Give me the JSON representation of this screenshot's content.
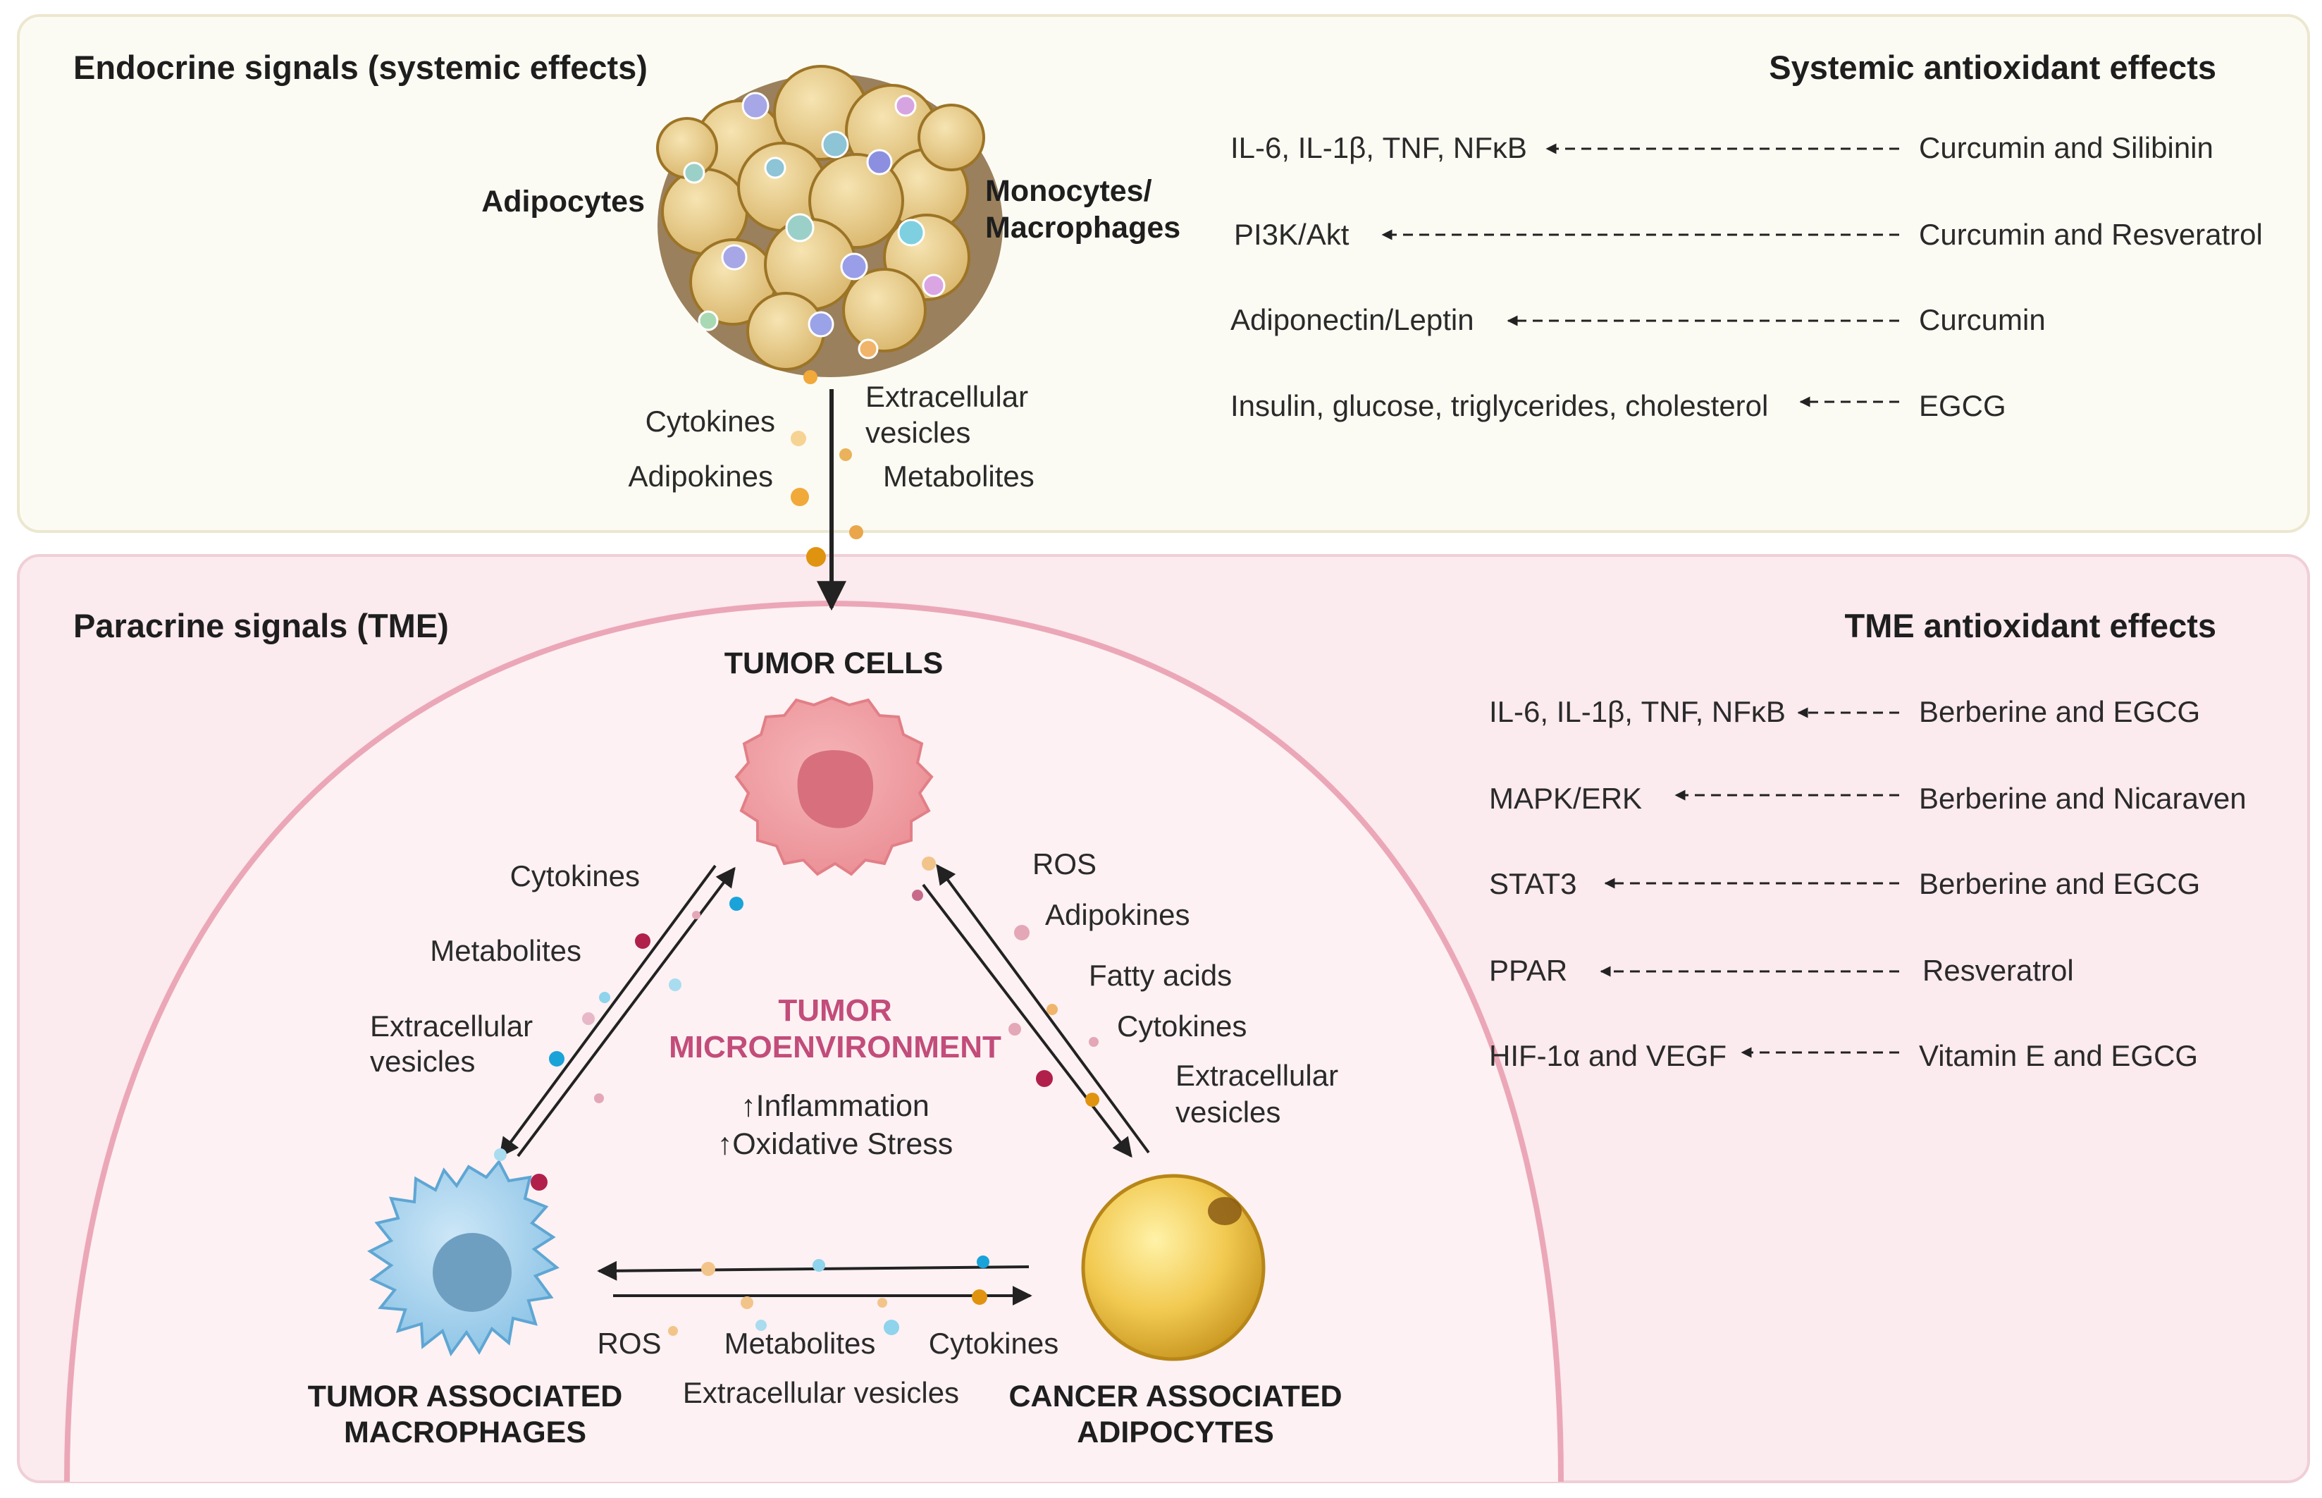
{
  "endocrine": {
    "heading": "Endocrine signals (systemic effects)",
    "label_adipocytes": "Adipocytes",
    "label_monocytes_1": "Monocytes/",
    "label_monocytes_2": "Macrophages",
    "left_signals": [
      "Cytokines",
      "Adipokines"
    ],
    "right_signals": [
      "Extracellular",
      "vesicles",
      "Metabolites"
    ]
  },
  "systemic_effects": {
    "heading": "Systemic antioxidant effects",
    "rows": [
      {
        "target": "IL-6, IL-1β, TNF, NFκB",
        "agent": "Curcumin and Silibinin"
      },
      {
        "target": "PI3K/Akt",
        "agent": "Curcumin and Resveratrol"
      },
      {
        "target": "Adiponectin/Leptin",
        "agent": "Curcumin"
      },
      {
        "target": "Insulin, glucose, triglycerides, cholesterol",
        "agent": "EGCG"
      }
    ]
  },
  "paracrine": {
    "heading": "Paracrine signals (TME)",
    "tumor_cells": "TUMOR CELLS",
    "tme_1": "TUMOR",
    "tme_2": "MICROENVIRONMENT",
    "effect_1": "↑Inflammation",
    "effect_2": "↑Oxidative Stress",
    "tam_1": "TUMOR ASSOCIATED",
    "tam_2": "MACROPHAGES",
    "caa_1": "CANCER ASSOCIATED",
    "caa_2": "ADIPOCYTES",
    "tam_to_tumor": {
      "cytokines": "Cytokines",
      "metabolites": "Metabolites",
      "ev_1": "Extracellular",
      "ev_2": "vesicles"
    },
    "caa_to_tumor": {
      "ros": "ROS",
      "adipokines": "Adipokines",
      "fatty_acids": "Fatty acids",
      "cytokines": "Cytokines",
      "ev_1": "Extracellular",
      "ev_2": "vesicles"
    },
    "bottom": {
      "ros": "ROS",
      "metabolites": "Metabolites",
      "cytokines": "Cytokines",
      "ev": "Extracellular vesicles"
    }
  },
  "tme_effects": {
    "heading": "TME antioxidant effects",
    "rows": [
      {
        "target": "IL-6, IL-1β, TNF, NFκB",
        "agent": "Berberine and EGCG"
      },
      {
        "target": "MAPK/ERK",
        "agent": "Berberine and Nicaraven"
      },
      {
        "target": "STAT3",
        "agent": "Berberine and EGCG"
      },
      {
        "target": "PPAR",
        "agent": "Resveratrol"
      },
      {
        "target": "HIF-1α and VEGF",
        "agent": "Vitamin E and EGCG"
      }
    ]
  },
  "colors": {
    "top_panel_bg": "#fcfbf3",
    "top_panel_border": "#ece7cf",
    "bottom_panel_bg": "#fbeaee",
    "bottom_panel_border": "#f0cfd7",
    "dome_fill": "#fdf1f3",
    "dome_stroke": "#eba7b7",
    "tumor_cell": "#f0a2a6",
    "tumor_nucleus": "#d7707c",
    "macrophage": "#a9d4ee",
    "macrophage_nucleus": "#6e9fc0",
    "adipocyte": "#f2ca52",
    "tme_label": "#c24c7a"
  }
}
